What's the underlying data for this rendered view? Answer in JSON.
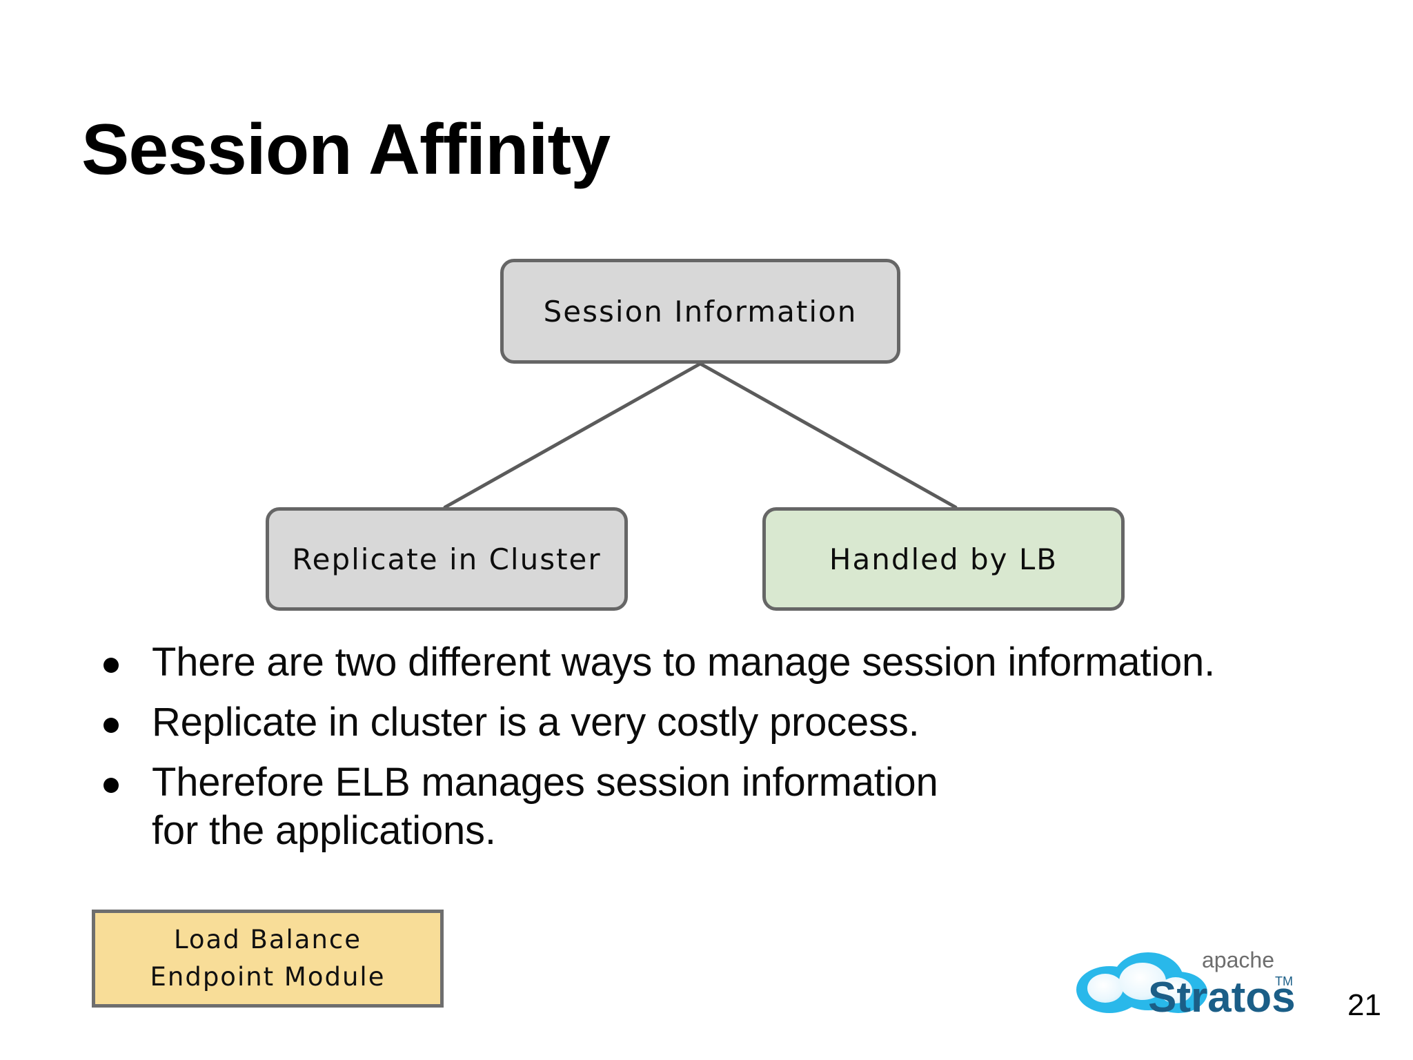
{
  "slide": {
    "title": "Session Affinity",
    "page_number": "21",
    "background_color": "#ffffff"
  },
  "diagram": {
    "type": "tree",
    "root": {
      "id": "session-information",
      "label": "Session Information",
      "fill_color": "#d8d8d8",
      "border_color": "#666666"
    },
    "children": [
      {
        "id": "replicate-in-cluster",
        "label": "Replicate in Cluster",
        "fill_color": "#d8d8d8",
        "border_color": "#666666"
      },
      {
        "id": "handled-by-lb",
        "label": "Handled by LB",
        "fill_color": "#d9e8d0",
        "border_color": "#666666"
      }
    ],
    "connector_color": "#5b5b5b"
  },
  "bullets": [
    "There are two different ways to manage session information.",
    "Replicate in cluster is a very costly process.",
    "Therefore ELB manages session information for the applications."
  ],
  "note_box": {
    "line1": "Load Balance",
    "line2": "Endpoint Module",
    "fill_color": "#f8dd98",
    "border_color": "#6e6e6e"
  },
  "logo": {
    "top_word": "apache",
    "main_word": "Stratos",
    "trademark": "TM",
    "cloud_color": "#29b8ea",
    "text_color": "#1b5e87",
    "apache_color": "#6d6d6d"
  }
}
